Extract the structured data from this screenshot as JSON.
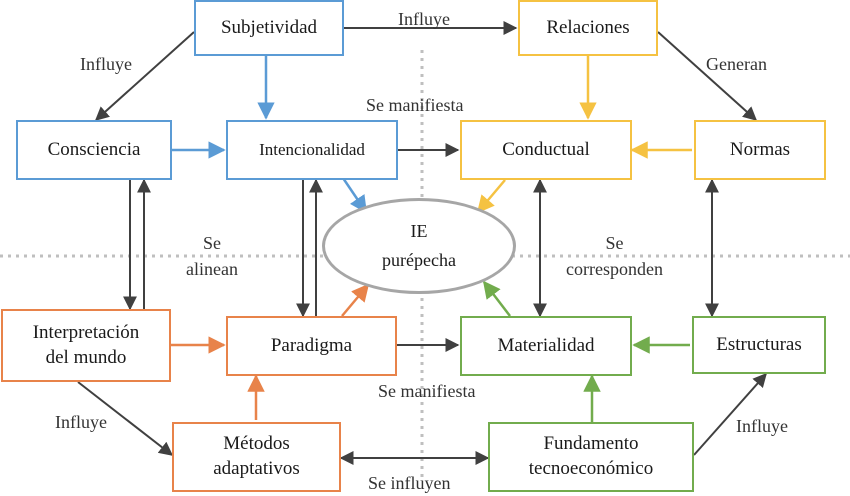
{
  "colors": {
    "blue": "#5b9bd5",
    "yellow": "#f5c242",
    "orange": "#e8834a",
    "green": "#72ac4d",
    "gray_arrow": "#404040",
    "divider": "#bfbfbf",
    "ellipse": "#a6a6a6"
  },
  "nodes": {
    "subjetividad": "Subjetividad",
    "relaciones": "Relaciones",
    "consciencia": "Consciencia",
    "intencionalidad": "Intencionalidad",
    "conductual": "Conductual",
    "normas": "Normas",
    "ie": "IE\npurépecha",
    "interpretacion": "Interpretación\ndel mundo",
    "paradigma": "Paradigma",
    "materialidad": "Materialidad",
    "estructuras": "Estructuras",
    "metodos": "Métodos\nadaptativos",
    "fundamento": "Fundamento\ntecnoeconómico"
  },
  "labels": {
    "influye_top": "Influye",
    "influye_left_top": "Influye",
    "generan": "Generan",
    "se_manifiesta_top": "Se manifiesta",
    "se_alinean": "Se\nalinean",
    "se_corresponden": "Se\ncorresponden",
    "se_manifiesta_bottom": "Se manifiesta",
    "influye_left_bottom": "Influye",
    "influye_right_bottom": "Influye",
    "se_influyen": "Se influyen"
  }
}
